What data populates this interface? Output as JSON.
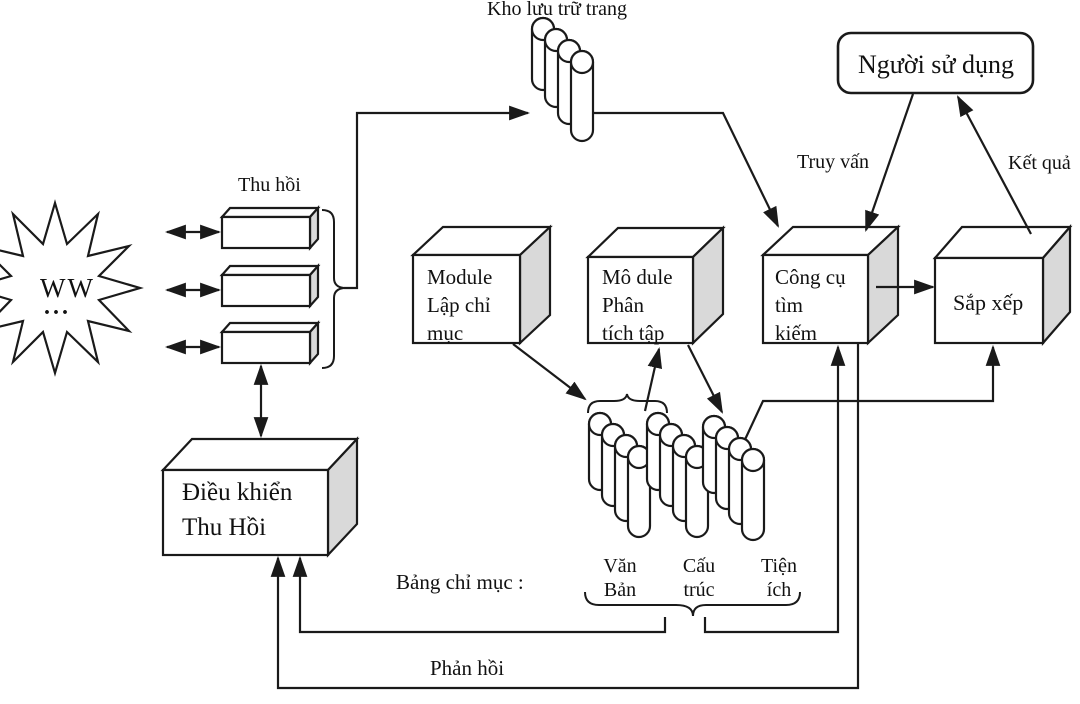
{
  "nodes": {
    "www": {
      "label": "WW",
      "ellipsis": "..."
    },
    "crawlers": {
      "group_label": "Thu hồi"
    },
    "page_repository": {
      "label": "Kho lưu trữ trang"
    },
    "user": {
      "label": "Người sử dụng"
    },
    "indexing_module": {
      "line1": "Module",
      "line2": "Lập chỉ",
      "line3": "mục"
    },
    "analysis_module": {
      "line1": "Mô dule",
      "line2": "Phân",
      "line3": "tích tập"
    },
    "search_engine": {
      "line1": "Công cụ",
      "line2": "tìm",
      "line3": "kiếm"
    },
    "ranking": {
      "label": "Sắp xếp"
    },
    "crawl_control": {
      "line1": "Điều khiển",
      "line2": "Thu Hồi"
    }
  },
  "index_tables": {
    "caption": "Bảng chỉ mục :",
    "text_table": {
      "line1": "Văn",
      "line2": "Bản"
    },
    "structure_table": {
      "line1": "Cấu",
      "line2": "trúc"
    },
    "utility_table": {
      "line1": "Tiện",
      "line2": "ích"
    }
  },
  "edge_labels": {
    "query": "Truy vấn",
    "result": "Kết quả",
    "feedback": "Phản hồi"
  },
  "colors": {
    "background": "#ffffff",
    "stroke": "#1a1a1a",
    "box_front_fill": "#ffffff",
    "box_side_fill": "#d9d9d9"
  }
}
